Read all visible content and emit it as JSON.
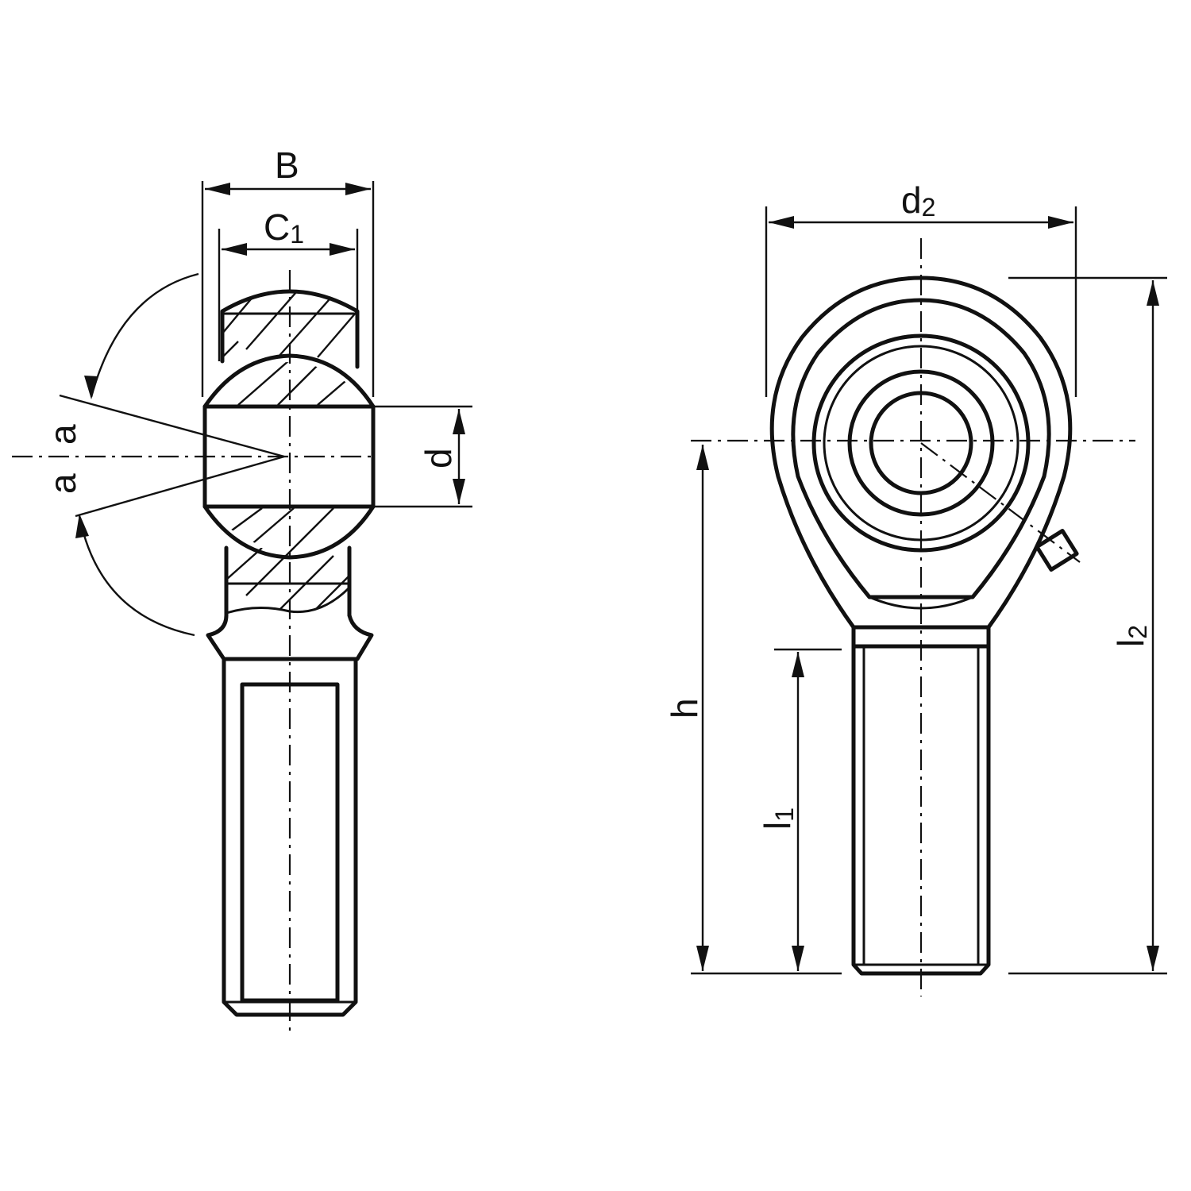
{
  "labels": {
    "B": "B",
    "C": "C",
    "C_sub": "1",
    "d": "d",
    "a_top": "a",
    "a_bottom": "a",
    "d2": "d",
    "d2_sub": "2",
    "h": "h",
    "l1": "l",
    "l1_sub": "1",
    "l2": "l",
    "l2_sub": "2"
  },
  "colors": {
    "ink": "#111111",
    "background": "#ffffff"
  }
}
